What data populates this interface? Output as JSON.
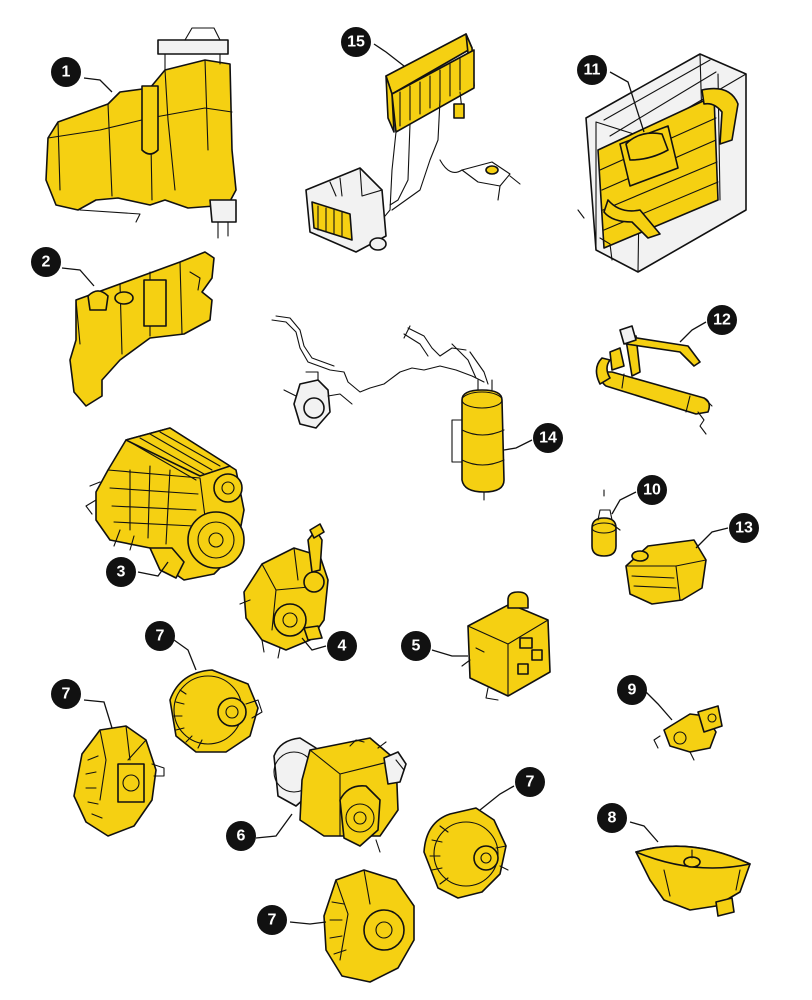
{
  "colors": {
    "part_fill": "#f5d012",
    "outline": "#111111",
    "callout": "#111111",
    "callout_text": "#ffffff",
    "background": "#ffffff",
    "gray_parts": "#f2f2f2"
  },
  "callouts": [
    {
      "id": "c1",
      "label": "1",
      "part": "fuel and hydraulic tank"
    },
    {
      "id": "c2",
      "label": "2",
      "part": "tank"
    },
    {
      "id": "c3",
      "label": "3",
      "part": "engine"
    },
    {
      "id": "c4",
      "label": "4",
      "part": "transfer gearbox"
    },
    {
      "id": "c5",
      "label": "5",
      "part": "hydraulic tank block"
    },
    {
      "id": "c6",
      "label": "6",
      "part": "transmission"
    },
    {
      "id": "c7a",
      "label": "7",
      "part": "pump"
    },
    {
      "id": "c7b",
      "label": "7",
      "part": "pump"
    },
    {
      "id": "c7c",
      "label": "7",
      "part": "pump"
    },
    {
      "id": "c7d",
      "label": "7",
      "part": "pump"
    },
    {
      "id": "c8",
      "label": "8",
      "part": "cover"
    },
    {
      "id": "c9",
      "label": "9",
      "part": "valve"
    },
    {
      "id": "c10",
      "label": "10",
      "part": "reservoir"
    },
    {
      "id": "c11",
      "label": "11",
      "part": "radiator assembly"
    },
    {
      "id": "c12",
      "label": "12",
      "part": "grease gun"
    },
    {
      "id": "c13",
      "label": "13",
      "part": "expansion tank"
    },
    {
      "id": "c14",
      "label": "14",
      "part": "air tank"
    },
    {
      "id": "c15",
      "label": "15",
      "part": "air conditioning"
    }
  ]
}
